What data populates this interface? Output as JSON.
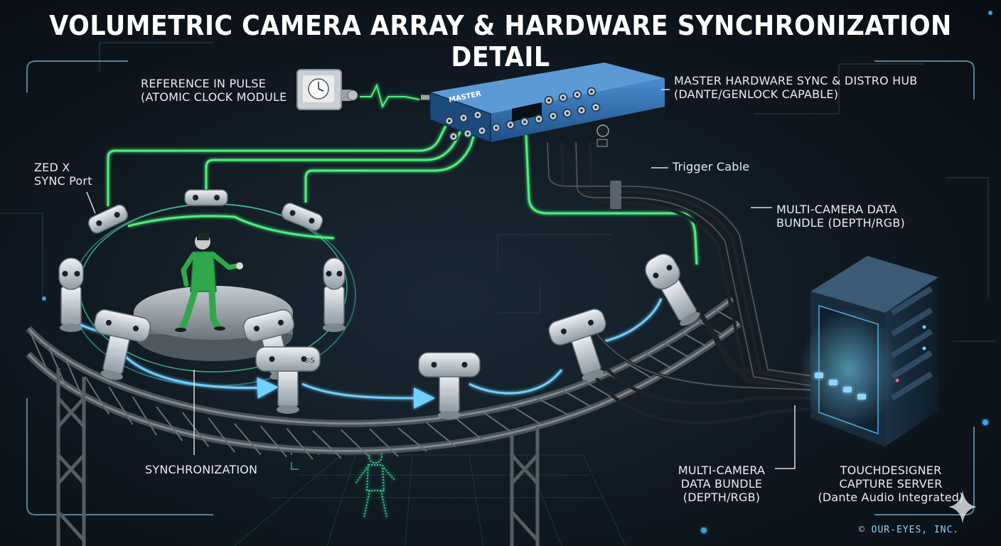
{
  "title": "VOLUMETRIC CAMERA ARRAY & HARDWARE SYNCHRONIZATION DETAIL",
  "labels": {
    "reference": [
      "REFERENCE IN PULSE",
      "(ATOMIC CLOCK MODULE"
    ],
    "master_hub": [
      "MASTER HARDWARE SYNC & DISTRO HUB",
      "(DANTE/GENLOCK CAPABLE)"
    ],
    "zed_sync": [
      "ZED X",
      "SYNC Port"
    ],
    "trigger": "Trigger Cable",
    "bundle_top": [
      "MULTI-CAMERA DATA",
      "BUNDLE (DEPTH/RGB)"
    ],
    "synchronization": "SYNCHRONIZATION",
    "bundle_bottom": [
      "MULTI-CAMERA",
      "DATA BUNDLE",
      "(DEPTH/RGB)"
    ],
    "server": [
      "TOUCHDESIGNER",
      "CAPTURE SERVER",
      "(Dante Audio Integrated)"
    ]
  },
  "device_text": {
    "master": "MASTER",
    "camera_badge": "⊙S"
  },
  "copyright": "© OUR-EYES, INC.",
  "colors": {
    "sync_cable": "#4cf07a",
    "data_flow": "#6fd0ff",
    "hub_blue": "#2e6fb0",
    "background": "#0b1219"
  }
}
